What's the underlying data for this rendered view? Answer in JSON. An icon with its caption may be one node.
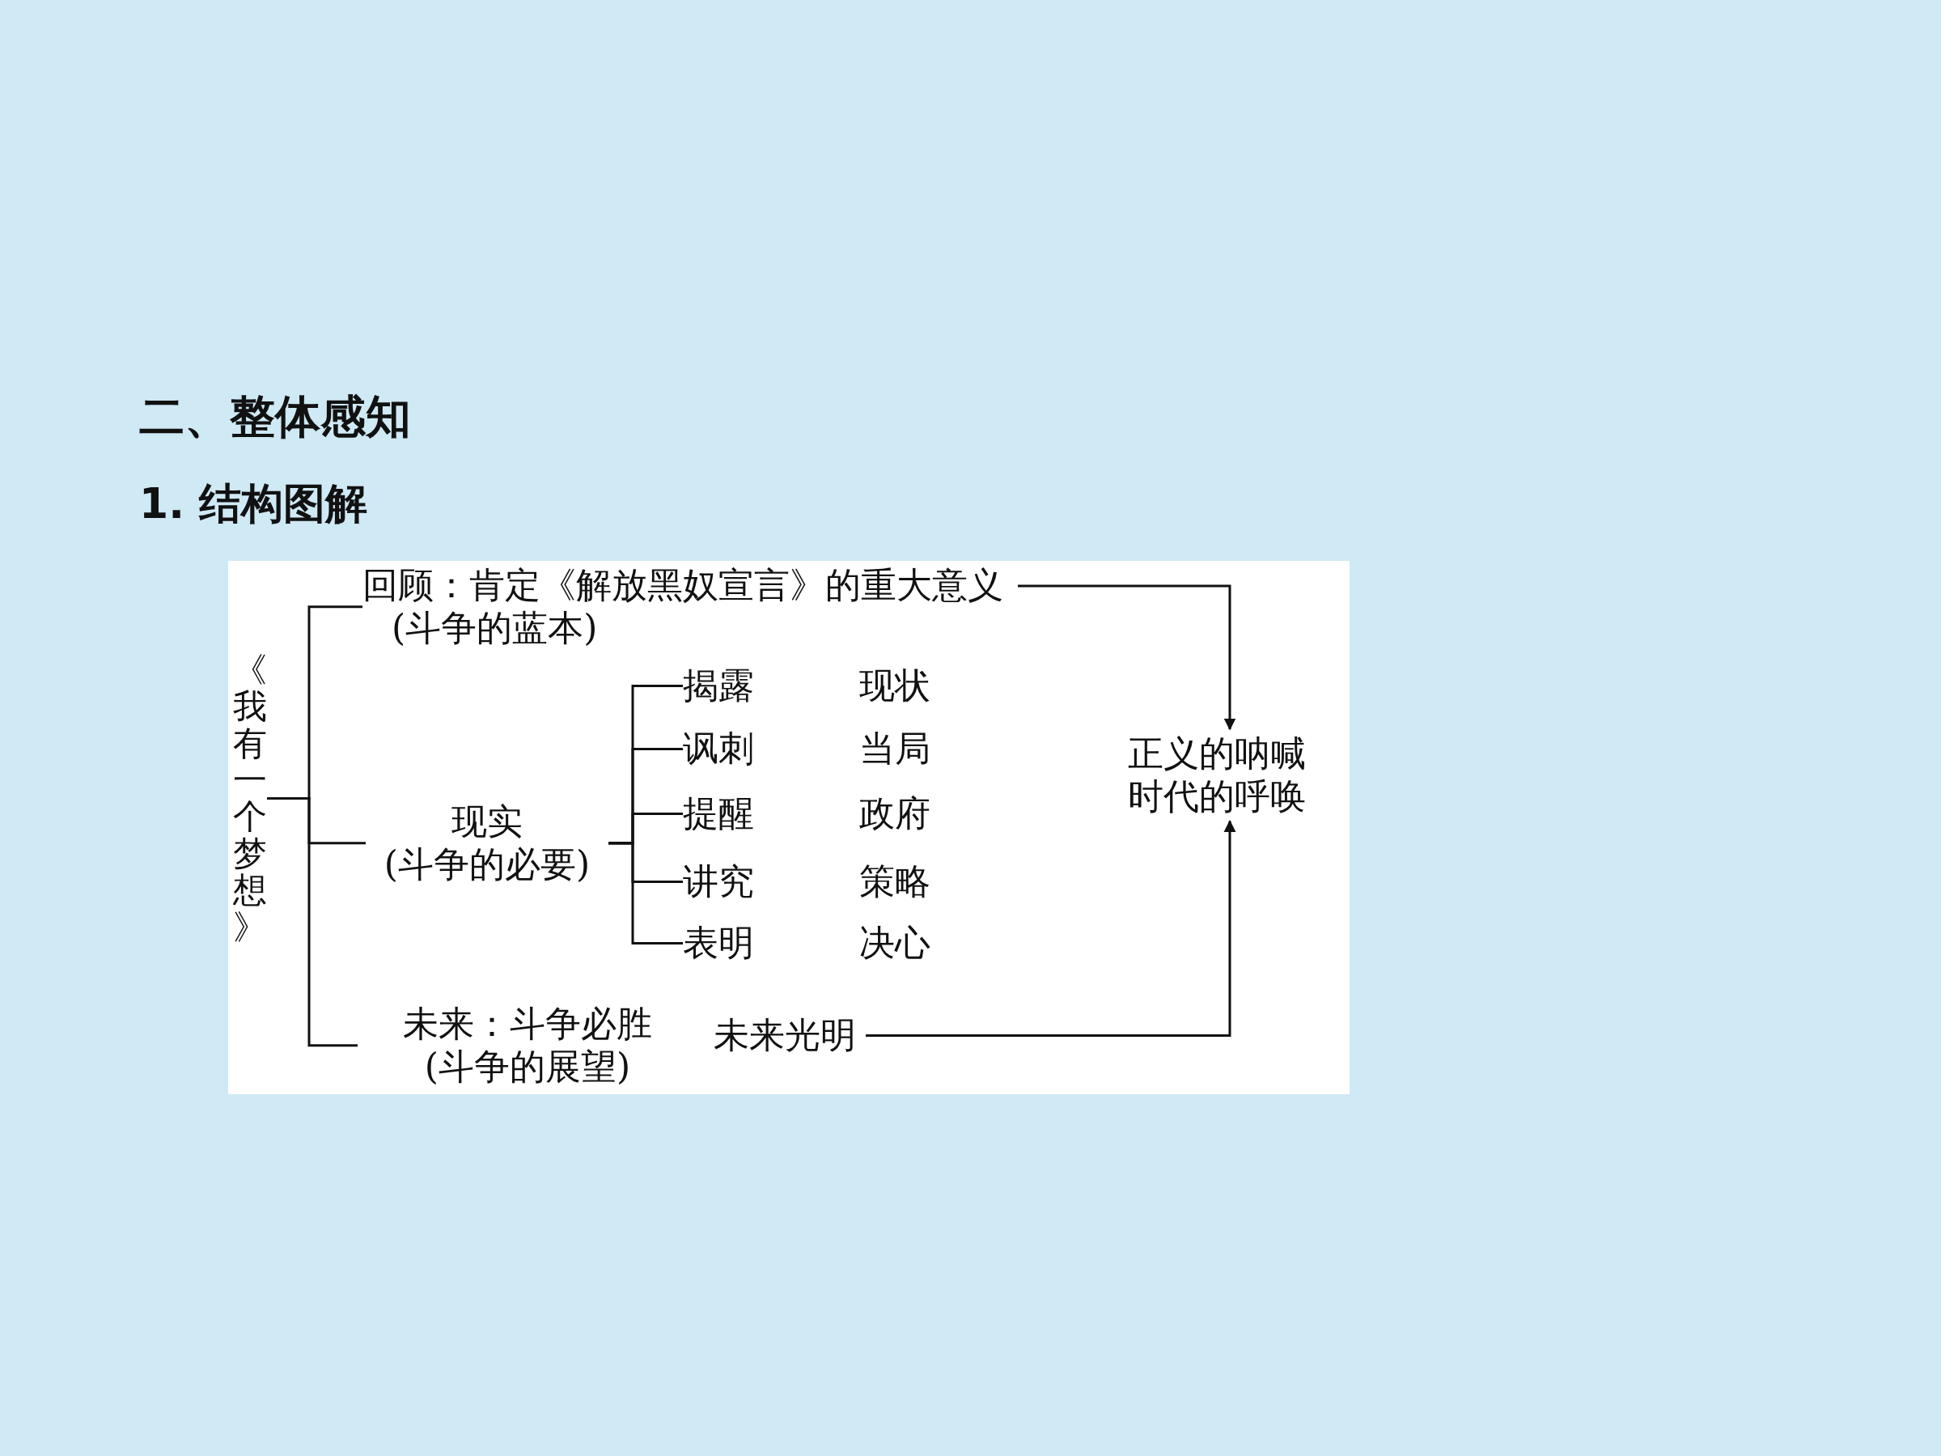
{
  "diagram": {
    "title": "二、整体感知",
    "nodes": [
      {
        "text": [
          "《我有一个梦想》"
        ]
      },
      {
        "text": [
          "回顾：肯定《解放黑奴宣言》的重大意义",
          "(斗争的蓝本)"
        ]
      },
      {
        "text": [
          "现实",
          "(斗争的必要)"
        ]
      },
      {
        "text": [
          "揭露"
        ],
        "beside": [
          "现状"
        ]
      },
      {
        "text": [
          "讽刺"
        ],
        "beside": [
          "当局"
        ]
      },
      {
        "text": [
          "提醒"
        ],
        "beside": [
          "政府"
        ]
      },
      {
        "text": [
          "讲究"
        ],
        "beside": [
          "策略"
        ]
      },
      {
        "text": [
          "表明"
        ],
        "beside": [
          "决心"
        ]
      },
      {
        "text": [
          "未来：斗争必胜",
          "(斗争的展望)"
        ]
      },
      {
        "text": [
          "未来光明"
        ]
      },
      {
        "text": [
          "正义的呐喊",
          "时代的呼唤"
        ]
      }
    ],
    "edges": [
      {
        "from": 0,
        "to": 1,
        "arrow": "none"
      },
      {
        "from": 0,
        "to": 2,
        "arrow": "none"
      },
      {
        "from": 0,
        "to": 8,
        "arrow": "none"
      },
      {
        "from": 2,
        "to": 3,
        "arrow": "none"
      },
      {
        "from": 2,
        "to": 4,
        "arrow": "none"
      },
      {
        "from": 2,
        "to": 5,
        "arrow": "none"
      },
      {
        "from": 2,
        "to": 6,
        "arrow": "none"
      },
      {
        "from": 2,
        "to": 7,
        "arrow": "none"
      },
      {
        "from": 1,
        "to": 10,
        "arrow": "to"
      },
      {
        "from": 9,
        "to": 10,
        "arrow": "to"
      }
    ],
    "labels": [
      "1. 结构图解"
    ]
  }
}
